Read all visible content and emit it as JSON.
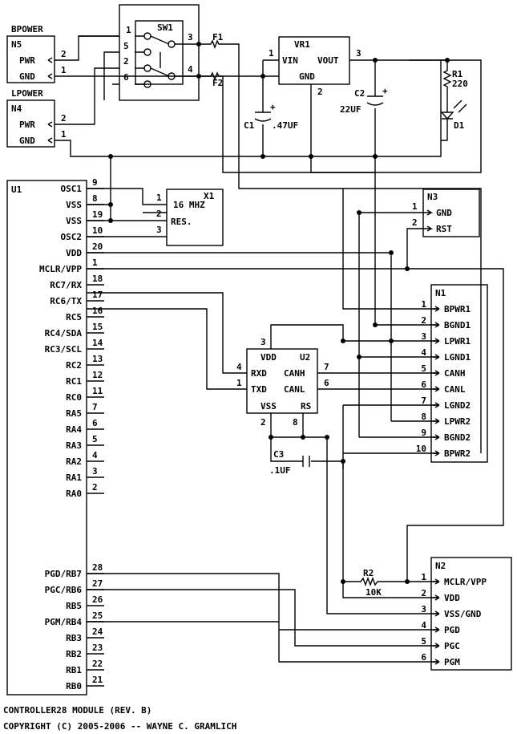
{
  "footer": {
    "line1": "CONTROLLER28 MODULE (REV. B)",
    "line2": "COPYRIGHT (C) 2005-2006 -- WAYNE C. GRAMLICH"
  },
  "n5": {
    "title": "BPOWER",
    "ref": "N5",
    "pins": [
      {
        "name": "PWR",
        "num": "2"
      },
      {
        "name": "GND",
        "num": "1"
      }
    ]
  },
  "n4": {
    "title": "LPOWER",
    "ref": "N4",
    "pins": [
      {
        "name": "PWR",
        "num": "2"
      },
      {
        "name": "GND",
        "num": "1"
      }
    ]
  },
  "sw1": {
    "ref": "SW1",
    "pins": [
      "1",
      "5",
      "2",
      "6",
      "3",
      "4"
    ]
  },
  "f1": {
    "ref": "F1"
  },
  "f2": {
    "ref": "F2"
  },
  "vr1": {
    "ref": "VR1",
    "vin": "VIN",
    "vout": "VOUT",
    "gnd": "GND",
    "pin1": "1",
    "pin2": "2",
    "pin3": "3"
  },
  "c1": {
    "ref": "C1",
    "value": ".47UF",
    "plus": "+"
  },
  "c2": {
    "ref": "C2",
    "value": "22UF",
    "plus": "+"
  },
  "r1": {
    "ref": "R1",
    "value": "220"
  },
  "d1": {
    "ref": "D1"
  },
  "x1": {
    "ref": "X1",
    "freq": "16 MHZ",
    "res": "RES.",
    "pins": [
      "1",
      "2",
      "3"
    ]
  },
  "n3": {
    "ref": "N3",
    "pins": [
      {
        "num": "1",
        "name": "GND"
      },
      {
        "num": "2",
        "name": "RST"
      }
    ]
  },
  "u1": {
    "ref": "U1",
    "pins": [
      {
        "name": "OSC1",
        "num": "9"
      },
      {
        "name": "VSS",
        "num": "8"
      },
      {
        "name": "VSS",
        "num": "19"
      },
      {
        "name": "OSC2",
        "num": "10"
      },
      {
        "name": "VDD",
        "num": "20"
      },
      {
        "name": "MCLR/VPP",
        "num": "1"
      },
      {
        "name": "RC7/RX",
        "num": "18"
      },
      {
        "name": "RC6/TX",
        "num": "17"
      },
      {
        "name": "RC5",
        "num": "16"
      },
      {
        "name": "RC4/SDA",
        "num": "15"
      },
      {
        "name": "RC3/SCL",
        "num": "14"
      },
      {
        "name": "RC2",
        "num": "13"
      },
      {
        "name": "RC1",
        "num": "12"
      },
      {
        "name": "RC0",
        "num": "11"
      },
      {
        "name": "RA5",
        "num": "7"
      },
      {
        "name": "RA4",
        "num": "6"
      },
      {
        "name": "RA3",
        "num": "5"
      },
      {
        "name": "RA2",
        "num": "4"
      },
      {
        "name": "RA1",
        "num": "3"
      },
      {
        "name": "RA0",
        "num": "2"
      },
      {
        "name": "PGD/RB7",
        "num": "28"
      },
      {
        "name": "PGC/RB6",
        "num": "27"
      },
      {
        "name": "RB5",
        "num": "26"
      },
      {
        "name": "PGM/RB4",
        "num": "25"
      },
      {
        "name": "RB3",
        "num": "24"
      },
      {
        "name": "RB2",
        "num": "23"
      },
      {
        "name": "RB1",
        "num": "22"
      },
      {
        "name": "RB0",
        "num": "21"
      }
    ]
  },
  "u2": {
    "ref": "U2",
    "vdd": "VDD",
    "rxd": "RXD",
    "txd": "TXD",
    "vss": "VSS",
    "canh": "CANH",
    "canl": "CANL",
    "rs": "RS",
    "p3": "3",
    "p4": "4",
    "p1": "1",
    "p2": "2",
    "p8": "8",
    "p7": "7",
    "p6": "6"
  },
  "c3": {
    "ref": "C3",
    "value": ".1UF"
  },
  "n1": {
    "ref": "N1",
    "pins": [
      {
        "num": "1",
        "name": "BPWR1"
      },
      {
        "num": "2",
        "name": "BGND1"
      },
      {
        "num": "3",
        "name": "LPWR1"
      },
      {
        "num": "4",
        "name": "LGND1"
      },
      {
        "num": "5",
        "name": "CANH"
      },
      {
        "num": "6",
        "name": "CANL"
      },
      {
        "num": "7",
        "name": "LGND2"
      },
      {
        "num": "8",
        "name": "LPWR2"
      },
      {
        "num": "9",
        "name": "BGND2"
      },
      {
        "num": "10",
        "name": "BPWR2"
      }
    ]
  },
  "r2": {
    "ref": "R2",
    "value": "10K"
  },
  "n2": {
    "ref": "N2",
    "pins": [
      {
        "num": "1",
        "name": "MCLR/VPP"
      },
      {
        "num": "2",
        "name": "VDD"
      },
      {
        "num": "3",
        "name": "VSS/GND"
      },
      {
        "num": "4",
        "name": "PGD"
      },
      {
        "num": "5",
        "name": "PGC"
      },
      {
        "num": "6",
        "name": "PGM"
      }
    ]
  }
}
